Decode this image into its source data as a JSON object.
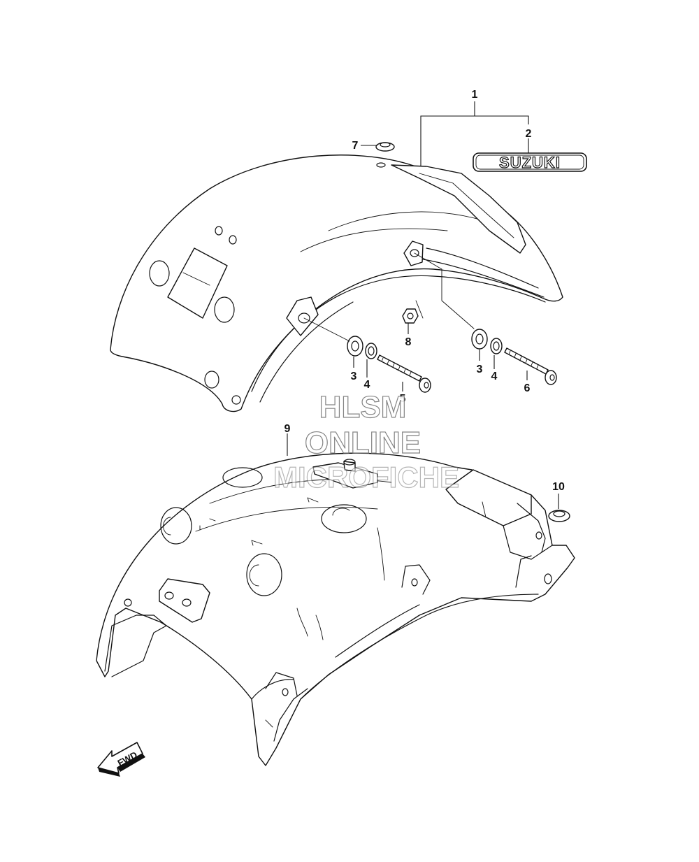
{
  "callouts": {
    "c1": "1",
    "c2": "2",
    "c3a": "3",
    "c3b": "3",
    "c4a": "4",
    "c4b": "4",
    "c5": "5",
    "c6": "6",
    "c7": "7",
    "c8": "8",
    "c9": "9",
    "c10": "10"
  },
  "emblem_text": "SUZUKI",
  "fwd_label": "FWD",
  "watermark": {
    "line1": "HLSM",
    "line2": "ONLINE",
    "line3": "MICROFICHE"
  }
}
